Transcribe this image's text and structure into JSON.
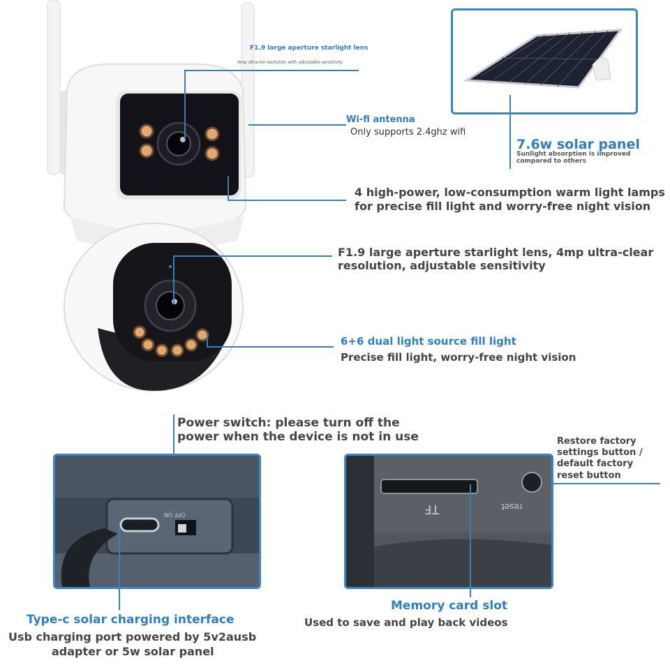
{
  "top_lens": {
    "title": "F1.9 large aperture starlight lens",
    "sub": "4mp ultra-hd resolution with adjustable sensitivity"
  },
  "wifi": {
    "title": "Wi-fi antenna",
    "sub": "Only supports 2.4ghz wifi"
  },
  "solar": {
    "title": "7.6w solar panel",
    "sub_line1": "Sunlight absorption is improved",
    "sub_line2": "compared to others"
  },
  "lamps": {
    "line1": "4 high-power, low-consumption warm light lamps",
    "line2": "for precise fill light and worry-free night vision"
  },
  "lens": {
    "line1": "F1.9 large aperture starlight lens, 4mp ultra-clear",
    "line2": "resolution, adjustable sensitivity"
  },
  "fill": {
    "title": "6+6 dual light source fill light",
    "sub": "Precise fill light, worry-free night vision"
  },
  "power": {
    "line1": "Power switch: please turn off the",
    "line2": "power when the device is not in use"
  },
  "reset": {
    "line1": "Restore factory",
    "line2": "settings button /",
    "line3": "default factory",
    "line4": "reset button"
  },
  "typec": {
    "title": "Type-c solar charging interface",
    "line1": "Usb charging port powered by 5v2ausb",
    "line2": "adapter or 5w solar panel"
  },
  "memory": {
    "title": "Memory card slot",
    "sub": "Used to save and play back videos"
  },
  "photo_marks": {
    "switch_label": "OFF ON",
    "slot_label": "TF",
    "reset_label": "reset"
  },
  "colors": {
    "accent": "#2f7fc0",
    "line": "#3c7fb5",
    "text": "#444444"
  }
}
